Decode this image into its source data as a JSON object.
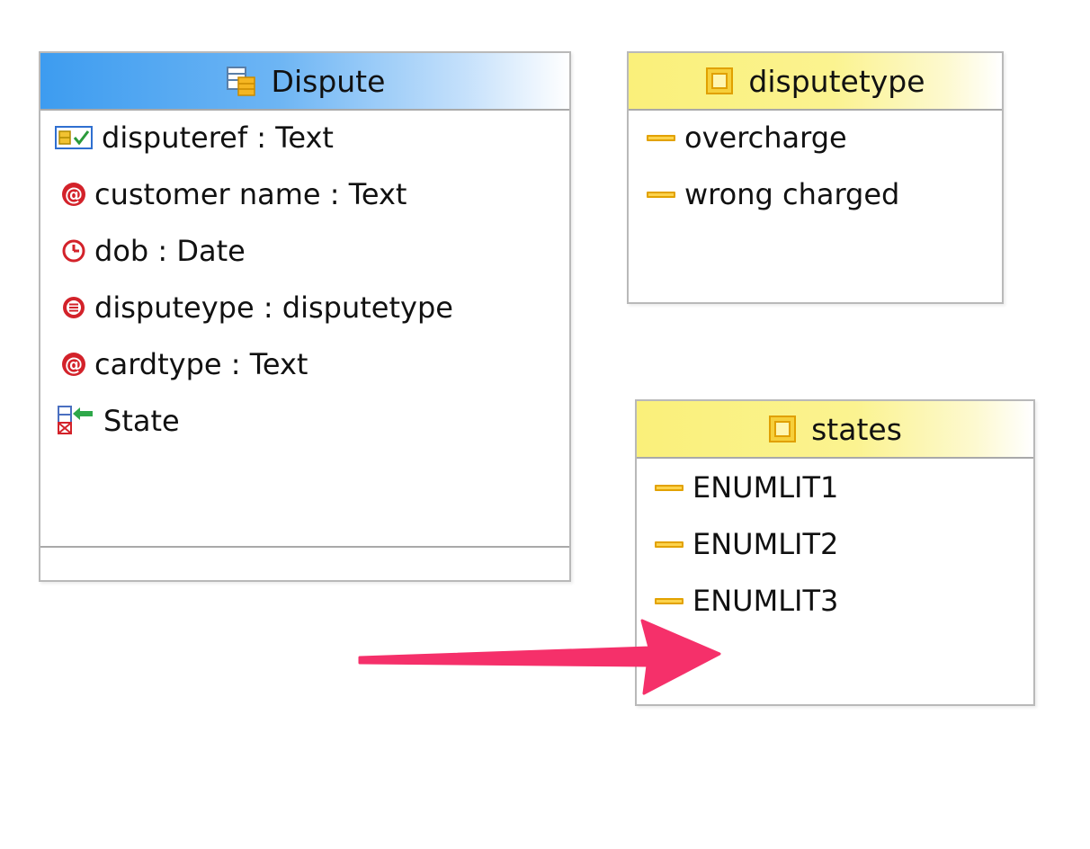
{
  "dispute": {
    "title": "Dispute",
    "attributes": [
      {
        "label": "disputeref : Text",
        "icon": "key-attribute-icon"
      },
      {
        "label": "customer name : Text",
        "icon": "text-attribute-icon"
      },
      {
        "label": "dob : Date",
        "icon": "clock-icon"
      },
      {
        "label": "disputeype : disputetype",
        "icon": "enum-attribute-icon"
      },
      {
        "label": "cardtype : Text",
        "icon": "text-attribute-icon"
      },
      {
        "label": "State",
        "icon": "state-icon"
      }
    ]
  },
  "disputetype": {
    "title": "disputetype",
    "literals": [
      "overcharge",
      "wrong charged"
    ]
  },
  "states": {
    "title": "states",
    "literals": [
      "ENUMLIT1",
      "ENUMLIT2",
      "ENUMLIT3"
    ]
  },
  "colors": {
    "header_blue": "#3d9cf0",
    "header_yellow": "#faf07a",
    "arrow": "#f5306a",
    "attribute_red": "#d3222a"
  }
}
